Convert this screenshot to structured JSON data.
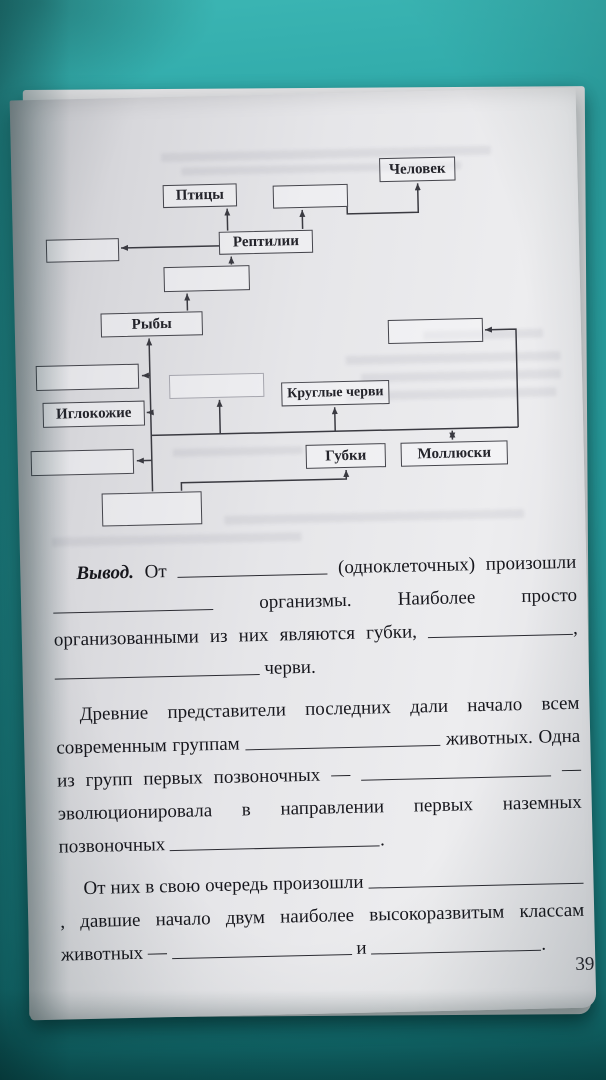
{
  "diagram": {
    "boxes": [
      {
        "id": "human",
        "label": "Человек"
      },
      {
        "id": "birds",
        "label": "Птицы"
      },
      {
        "id": "empty-top",
        "label": ""
      },
      {
        "id": "reptiles",
        "label": "Рептилии"
      },
      {
        "id": "empty-left-1",
        "label": ""
      },
      {
        "id": "empty-above-fish",
        "label": ""
      },
      {
        "id": "fish",
        "label": "Рыбы"
      },
      {
        "id": "empty-right",
        "label": ""
      },
      {
        "id": "empty-left-2",
        "label": ""
      },
      {
        "id": "empty-middle",
        "label": ""
      },
      {
        "id": "roundworms",
        "label": "Круглые черви"
      },
      {
        "id": "echinoderms",
        "label": "Иглокожие"
      },
      {
        "id": "empty-left-3",
        "label": ""
      },
      {
        "id": "sponges",
        "label": "Губки"
      },
      {
        "id": "mollusks",
        "label": "Моллюски"
      },
      {
        "id": "empty-origin",
        "label": ""
      }
    ]
  },
  "text": {
    "p1_lead": "Вывод.",
    "p1_s1": "От",
    "p1_s2": "(одноклеточных) произошли",
    "p1_s3": "организмы. Наиболее просто организованными из них являются губки,",
    "p1_s4": ",",
    "p1_s5": "черви.",
    "p2_s1": "Древние представители последних дали начало всем современным группам",
    "p2_s2": "животных. Одна из групп первых позвоночных —",
    "p2_s3": "— эволюционировала в направлении первых наземных позвоночных",
    "p2_s4": ".",
    "p3_s1": "От них в свою очередь произошли",
    "p3_s2": ", давшие начало двум наиболее высокоразвитым классам животных —",
    "p3_s3": "и",
    "p3_s4": "."
  },
  "page_number": "39",
  "colors": {
    "background_teal": "#28a0a1",
    "paper": "#e8e8ea",
    "ink": "#17171d"
  }
}
